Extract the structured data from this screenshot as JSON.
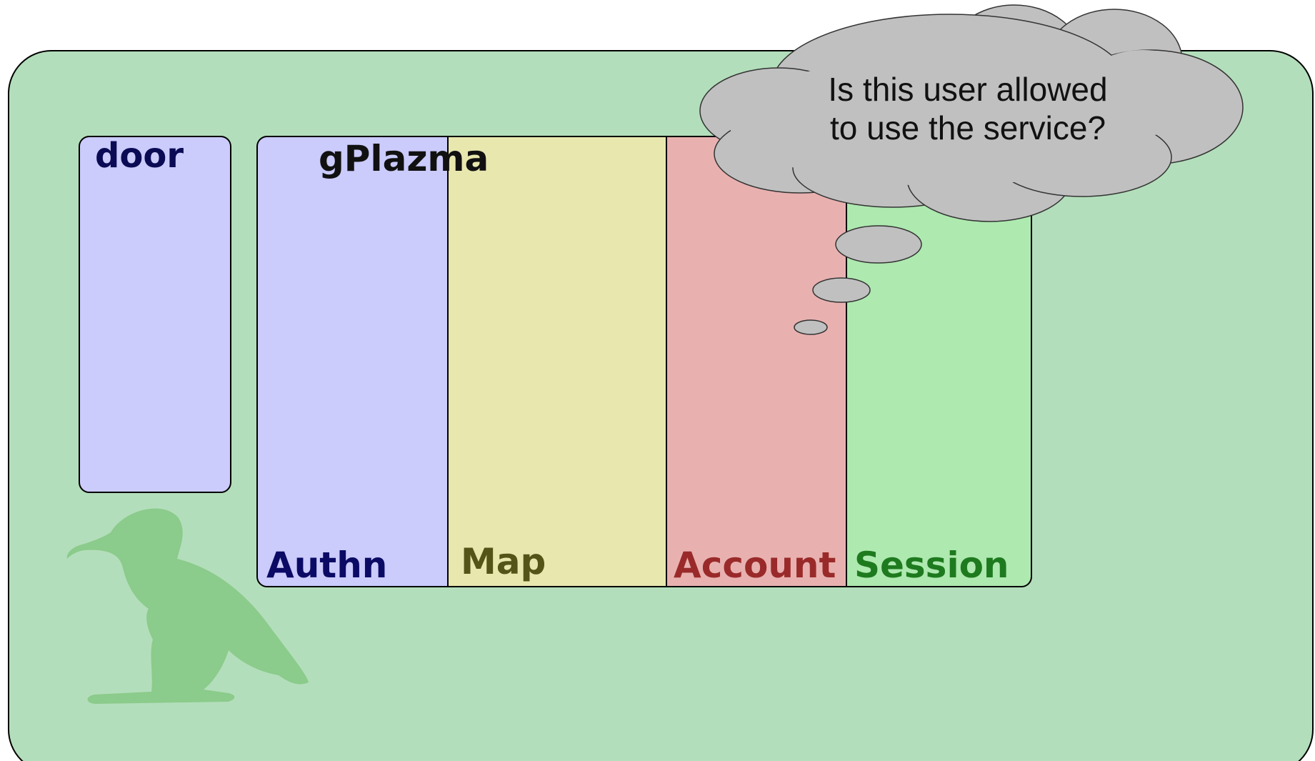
{
  "diagram": {
    "door": {
      "label": "door"
    },
    "gplazma": {
      "title": "gPlazma",
      "phases": [
        {
          "id": "authn",
          "label": "Authn",
          "fill": "#cbcbfc",
          "text_color": "#0b0b66"
        },
        {
          "id": "map",
          "label": "Map",
          "fill": "#e8e7ae",
          "text_color": "#545418"
        },
        {
          "id": "account",
          "label": "Account",
          "fill": "#e8b1b0",
          "text_color": "#9a2a2a"
        },
        {
          "id": "session",
          "label": "Session",
          "fill": "#aee9b0",
          "text_color": "#1e7a1e"
        }
      ]
    },
    "thought": {
      "line1": "Is this user allowed",
      "line2": "to use the service?"
    }
  },
  "colors": {
    "background_panel": "#b3debb",
    "door_fill": "#cbcbfc",
    "cloud_fill": "#c0c0c0",
    "bird_silhouette": "#8bcb8b"
  },
  "icons": {
    "mascot": "bird-icon"
  }
}
